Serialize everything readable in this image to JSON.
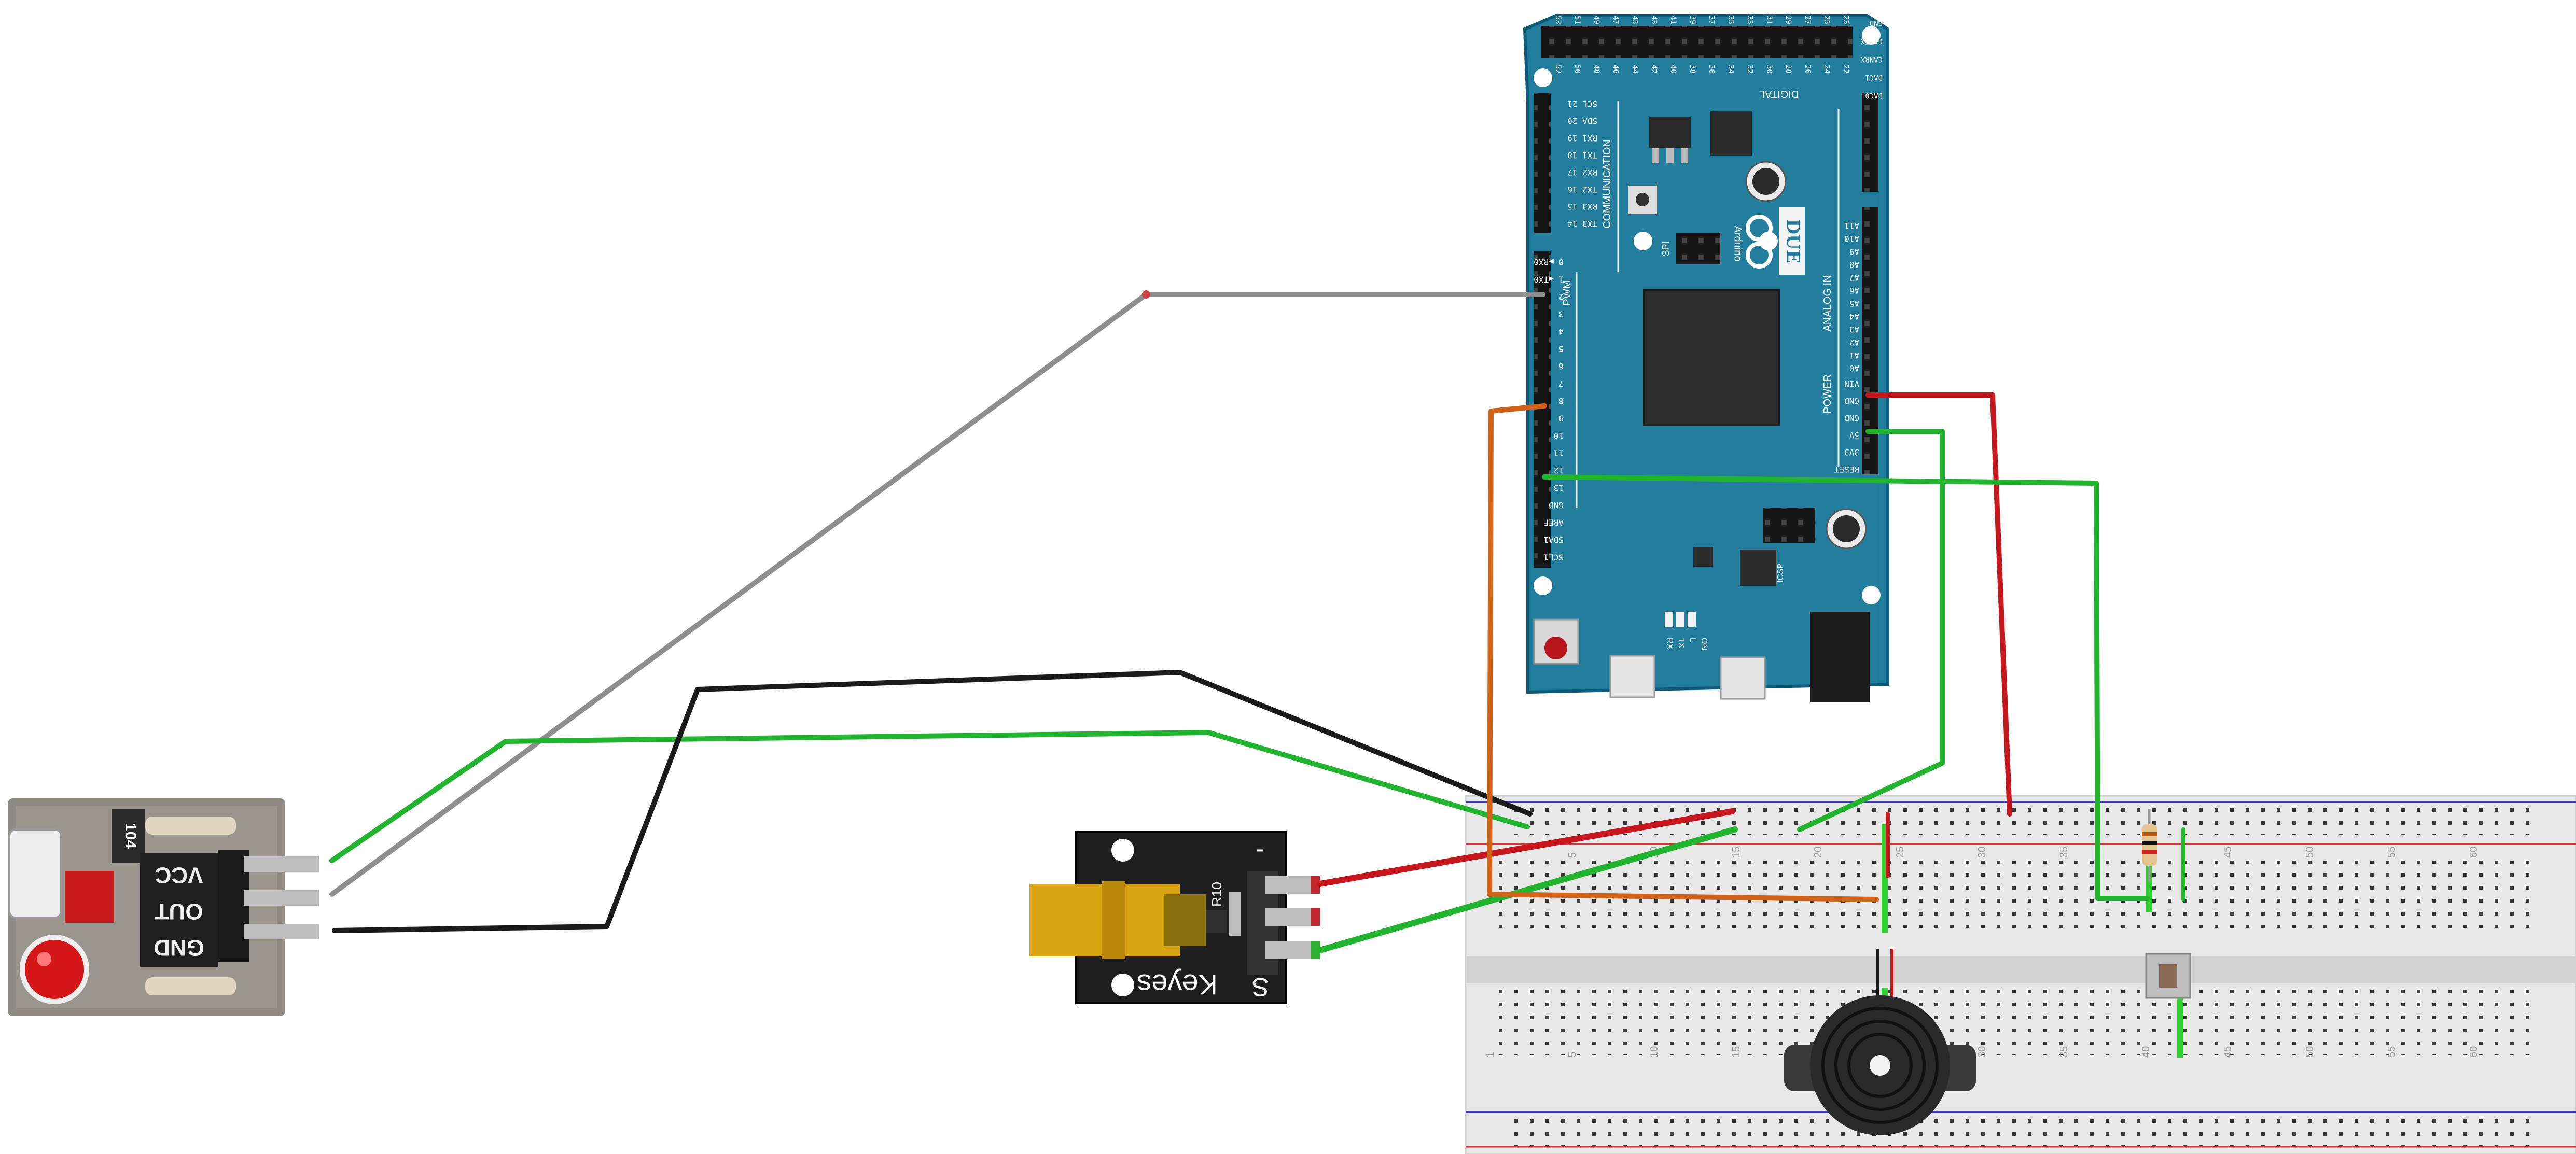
{
  "colors": {
    "board": "#2a7a98",
    "board_edge": "#0f5a75",
    "wire_gray": "#8e8e8e",
    "wire_green": "#22b32f",
    "wire_black": "#1b1b1b",
    "wire_red": "#c7171e",
    "wire_orange": "#d0621a",
    "breadboard": "#e6e6e6",
    "rail_red": "#d33",
    "rail_blue": "#33b"
  },
  "arduino": {
    "board_name": "DUE",
    "brand": "Arduino",
    "digital_label": "DIGITAL",
    "pwm_label": "PWM",
    "communication_label": "COMMUNICATION",
    "analog_label": "ANALOG IN",
    "power_label": "POWER",
    "spi_label": "SPI",
    "icsp_label": "ICSP",
    "led_labels": [
      "RX",
      "TX",
      "L",
      "ON"
    ],
    "pwm_pins": [
      "0 ▶RX0",
      "1 ◀TX0",
      "2",
      "3",
      "4",
      "5",
      "6",
      "7",
      "8",
      "9",
      "10",
      "11",
      "12",
      "13",
      "GND",
      "AREF",
      "SDA1",
      "SCL1"
    ],
    "comm_pins": [
      "SCL 21",
      "SDA 20",
      "RX1 19",
      "TX1 18",
      "RX2 17",
      "TX2 16",
      "RX3 15",
      "TX3 14"
    ],
    "analog_pins": [
      "A11",
      "A10",
      "A9",
      "A8",
      "A7",
      "A6",
      "A5",
      "A4",
      "A3",
      "A2",
      "A1",
      "A0"
    ],
    "power_pins": [
      "VIN",
      "GND",
      "GND",
      "5V",
      "3V3",
      "RESET"
    ],
    "top_header": [
      "23",
      "25",
      "27",
      "29",
      "31",
      "33",
      "35",
      "37",
      "39",
      "41",
      "43",
      "45",
      "47",
      "49",
      "51",
      "53"
    ],
    "top_header2": [
      "22",
      "24",
      "26",
      "28",
      "30",
      "32",
      "34",
      "36",
      "38",
      "40",
      "42",
      "44",
      "46",
      "48",
      "50",
      "52"
    ],
    "right_side": [
      "GND",
      "CANTX",
      "CANRX",
      "DAC1",
      "DAC0"
    ]
  },
  "sensor_module": {
    "pins": [
      "VCC",
      "OUT",
      "GND"
    ],
    "marking": "104"
  },
  "laser_module": {
    "brand": "Keyes",
    "pin_s": "S",
    "pin_minus": "-",
    "resistor_label": "R10"
  },
  "breadboard": {
    "column_numbers": [
      "1",
      "5",
      "10",
      "15",
      "20",
      "25",
      "30",
      "35",
      "40",
      "45",
      "50",
      "55",
      "60"
    ]
  }
}
